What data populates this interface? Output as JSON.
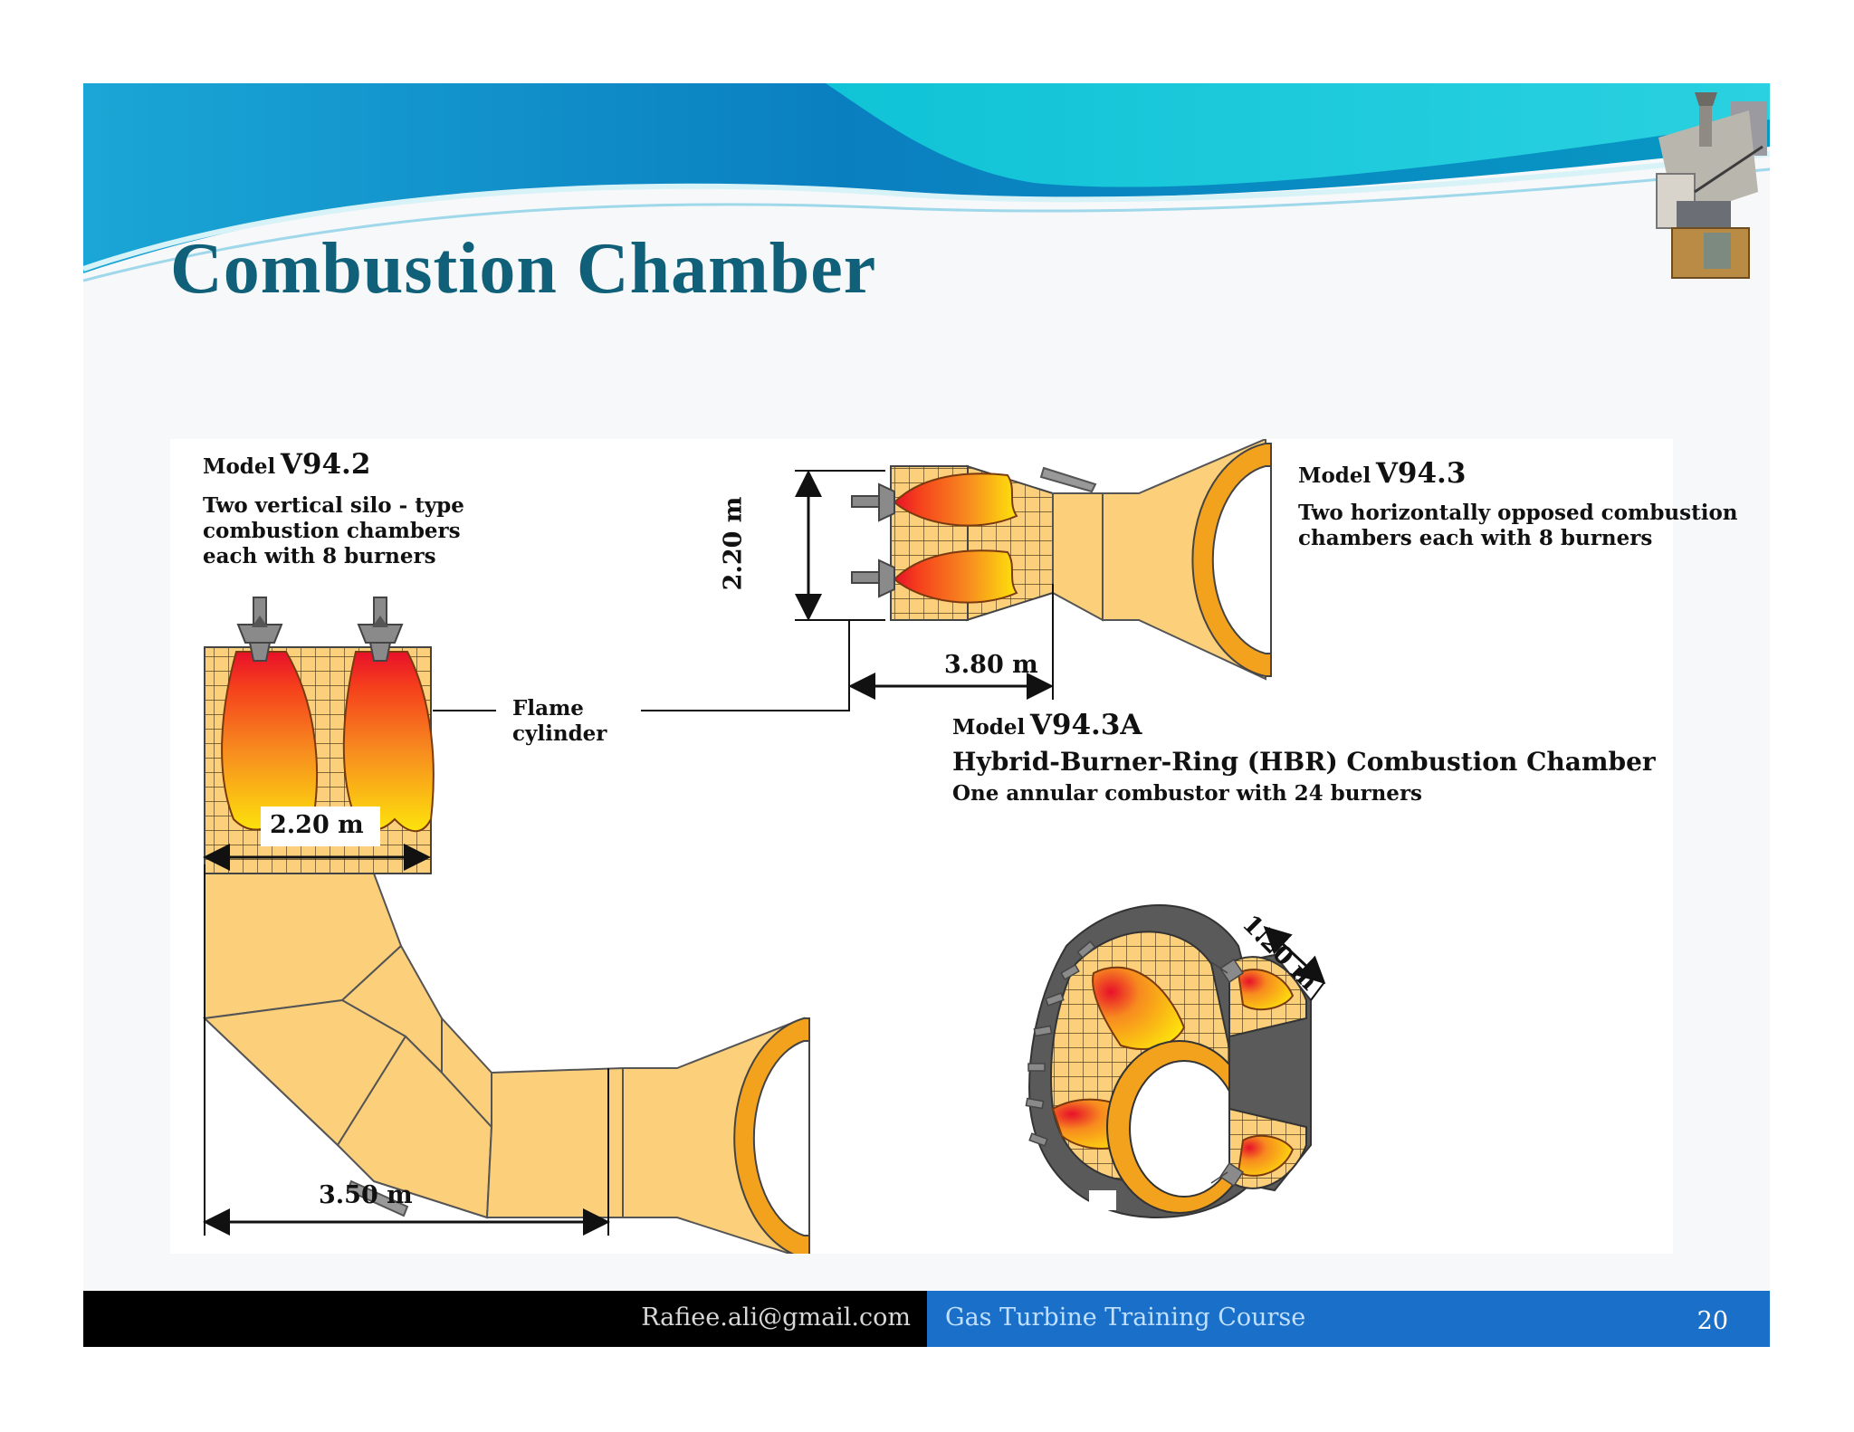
{
  "slide": {
    "title": "Combustion Chamber",
    "footer": {
      "email": "Rafiee.ali@gmail.com",
      "course": "Gas Turbine Training Course",
      "page_number": "20"
    }
  },
  "diagram": {
    "v942": {
      "model_prefix": "Model",
      "model_name": "V94.2",
      "description_line1": "Two vertical silo - type",
      "description_line2": "combustion chambers",
      "description_line3": "each with 8 burners",
      "width_dim": "2.20 m",
      "length_dim": "3.50 m"
    },
    "flame_label_line1": "Flame",
    "flame_label_line2": "cylinder",
    "v943": {
      "model_prefix": "Model",
      "model_name": "V94.3",
      "description_line1": "Two horizontally opposed combustion",
      "description_line2": "chambers each with 8 burners",
      "height_dim": "2.20 m",
      "length_dim": "3.80 m"
    },
    "v943a": {
      "model_prefix": "Model",
      "model_name": "V94.3A",
      "subtitle": "Hybrid-Burner-Ring (HBR) Combustion Chamber",
      "description": "One annular combustor with 24 burners",
      "section_dim": "1.20 m"
    }
  },
  "colors": {
    "title": "#0f6078",
    "chamber_fill": "#fcd07a",
    "outline": "#333333",
    "flame_red": "#e8102a",
    "flame_orange": "#f78b1f",
    "flame_yellow": "#fde30c",
    "burner_grey": "#8a8a8a",
    "casing_dark": "#5a5a5a",
    "footer_black": "#000000",
    "footer_blue": "#1a6fc9"
  },
  "icons": [
    "gas-turbine-image"
  ]
}
